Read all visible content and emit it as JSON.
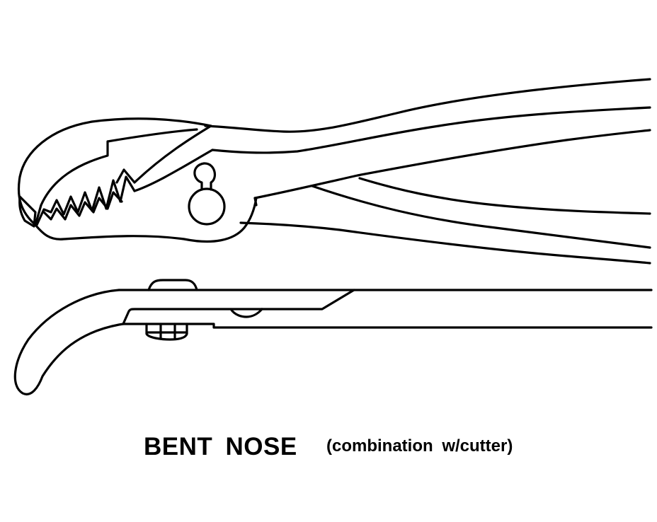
{
  "figure": {
    "subject": "pliers",
    "views": [
      "side-view-open",
      "top-view-closed"
    ],
    "colors": {
      "line": "#000000",
      "background": "#ffffff"
    }
  },
  "caption": {
    "main": "BENT  NOSE",
    "sub": "(combination  w/cutter)"
  }
}
